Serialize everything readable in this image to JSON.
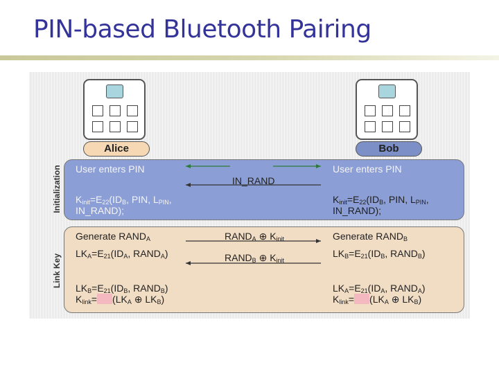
{
  "slide": {
    "title": "PIN-based Bluetooth Pairing"
  },
  "diagram": {
    "alice_label": "Alice",
    "bob_label": "Bob",
    "section_init": "Initialization",
    "section_linkkey": "Link Key",
    "init": {
      "alice_enters_pin": "User enters PIN",
      "bob_enters_pin": "User enters PIN",
      "in_rand": "IN_RAND",
      "kinit_K": "K",
      "kinit_sub": "init",
      "kinit_eq": "=E",
      "kinit_esub": "22",
      "kinit_args1": "(ID",
      "kinit_argsub": "B",
      "kinit_args2": ", PIN, L",
      "kinit_lsub": "PIN",
      "kinit_args3": ",",
      "kinit_line2": "IN_RAND);"
    },
    "link": {
      "alice_gen": "Generate RAND",
      "alice_gen_sub": "A",
      "bob_gen": "Generate RAND",
      "bob_gen_sub": "B",
      "msg1_rand": "RAND",
      "msg1_sub": "A",
      "msg1_op": " ⊕ K",
      "msg1_ksub": "init",
      "msg2_rand": "RAND",
      "msg2_sub": "B",
      "msg2_op": " ⊕ K",
      "msg2_ksub": "init",
      "alice_lka_LK": "LK",
      "alice_lka_s1": "A",
      "alice_lka_eq": "=E",
      "alice_lka_e": "21",
      "alice_lka_id": "(ID",
      "alice_lka_s2": "A",
      "alice_lka_r": ", RAND",
      "alice_lka_s3": "A",
      "alice_lka_end": ")",
      "bob_lkb_LK": "LK",
      "bob_lkb_s1": "B",
      "bob_lkb_eq": "=E",
      "bob_lkb_e": "21",
      "bob_lkb_id": "(ID",
      "bob_lkb_s2": "B",
      "bob_lkb_r": ", RAND",
      "bob_lkb_s3": "B",
      "bob_lkb_end": ")",
      "alice_lkb_LK": "LK",
      "alice_lkb_s1": "B",
      "alice_lkb_eq": "=E",
      "alice_lkb_e": "21",
      "alice_lkb_id": "(ID",
      "alice_lkb_s2": "B",
      "alice_lkb_r": ", RAND",
      "alice_lkb_s3": "B",
      "alice_lkb_end": ")",
      "bob_lka_LK": "LK",
      "bob_lka_s1": "A",
      "bob_lka_eq": "=E",
      "bob_lka_e": "21",
      "bob_lka_id": "(ID",
      "bob_lka_s2": "A",
      "bob_lka_r": ", RAND",
      "bob_lka_s3": "A",
      "bob_lka_end": ")",
      "klink_K": "K",
      "klink_sub": "link",
      "klink_eq": "=",
      "klink_open": "(LK",
      "klink_s1": "A",
      "klink_op": " ⊕ LK",
      "klink_s2": "B",
      "klink_close": ")"
    },
    "colors": {
      "init_band": "#8c9ed6",
      "link_band": "#f1dcc4",
      "alice_pill": "#f6d8b4",
      "bob_pill": "#7c8fc6",
      "screen": "#a9d5de"
    }
  }
}
